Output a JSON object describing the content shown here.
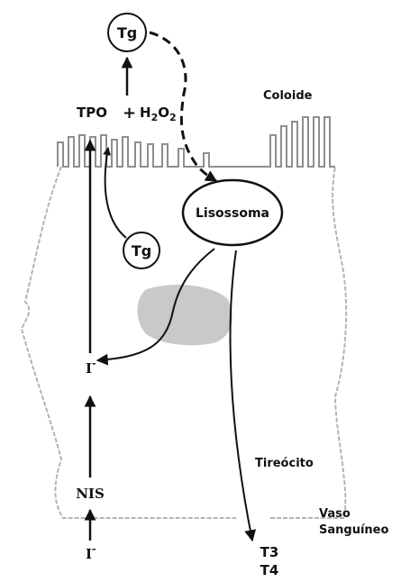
{
  "labels": {
    "tg_top": "Tg",
    "tg_bottom": "Tg",
    "tpo": "TPO",
    "plus": "+",
    "h2o2_h": "H",
    "h2o2_2a": "2",
    "h2o2_o": "O",
    "h2o2_2b": "2",
    "coloide": "Coloide",
    "lisossoma": "Lisossoma",
    "iodide_upper": "I",
    "iodide_upper_charge": "-",
    "nis": "NIS",
    "iodide_lower": "I",
    "iodide_lower_charge": "-",
    "tireocito": "Tireócito",
    "vaso": "Vaso",
    "sanguineo": "Sanguíneo",
    "t3": "T3",
    "t4": "T4"
  },
  "colors": {
    "ink": "#111111",
    "cell_outline": "#b4b4b4",
    "nucleus_fill": "#c9c9c9",
    "background": "#ffffff"
  }
}
